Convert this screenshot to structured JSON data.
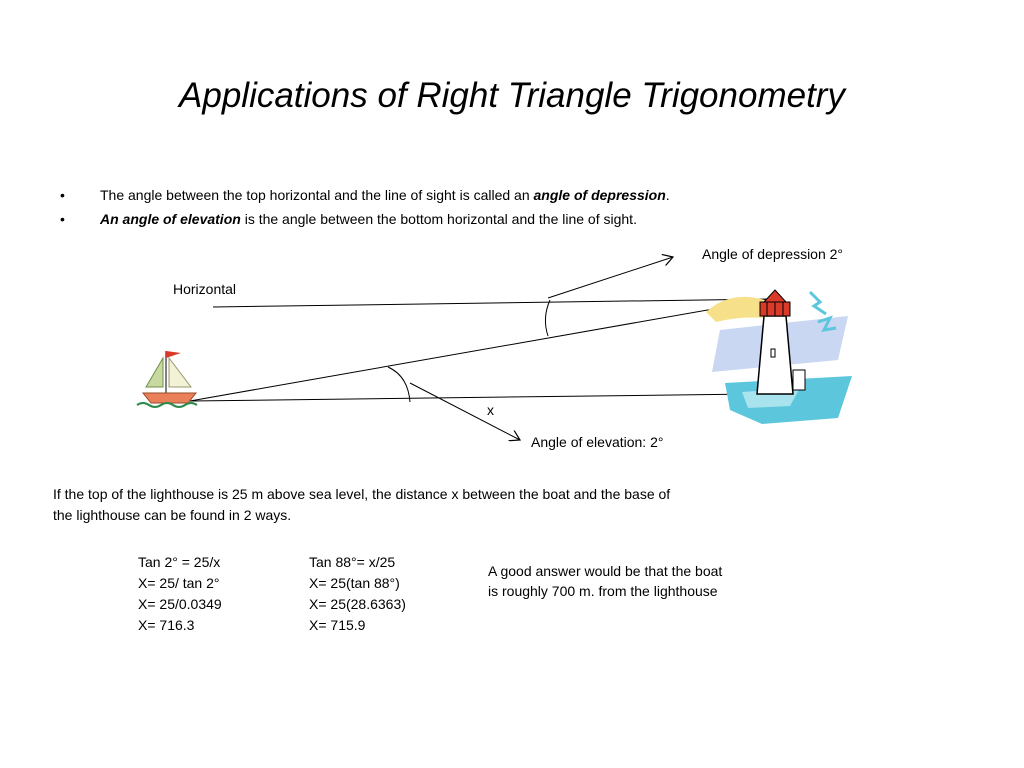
{
  "title": "Applications of Right Triangle Trigonometry",
  "bullets": [
    {
      "marker": "•",
      "text_before": "The angle between the top horizontal and the line of sight is called an ",
      "emphasis": "angle of depression",
      "text_after": "."
    },
    {
      "marker": "•",
      "emphasis": "An angle of elevation",
      "text_after": " is the angle between the bottom horizontal and the line of sight."
    }
  ],
  "diagram": {
    "horizontal_label": "Horizontal",
    "depression_label": "Angle of depression 2°",
    "elevation_label": "Angle of elevation: 2°",
    "x_label": "x",
    "icons": [
      "sailboat-icon",
      "lighthouse-icon"
    ],
    "colors": {
      "line": "#000000",
      "sail": "#c8d9a0",
      "hull": "#e9805a",
      "water": "#5cc6dd",
      "lighthouse_red": "#d93a2a",
      "lighthouse_body": "#ffffff",
      "sun": "#f7e08a",
      "sky": "#c9d7f2"
    }
  },
  "problem": "If the top of the lighthouse is 25 m above sea level, the distance x between the boat and the base of the lighthouse can be found in 2 ways.",
  "method_1": [
    "Tan 2° = 25/x",
    "X= 25/ tan 2°",
    "X= 25/0.0349",
    "X= 716.3"
  ],
  "method_2": [
    "Tan 88°= x/25",
    "X= 25(tan 88°)",
    "X= 25(28.6363)",
    "X= 715.9"
  ],
  "answer": "A good answer would be that the boat is roughly 700 m. from the lighthouse"
}
